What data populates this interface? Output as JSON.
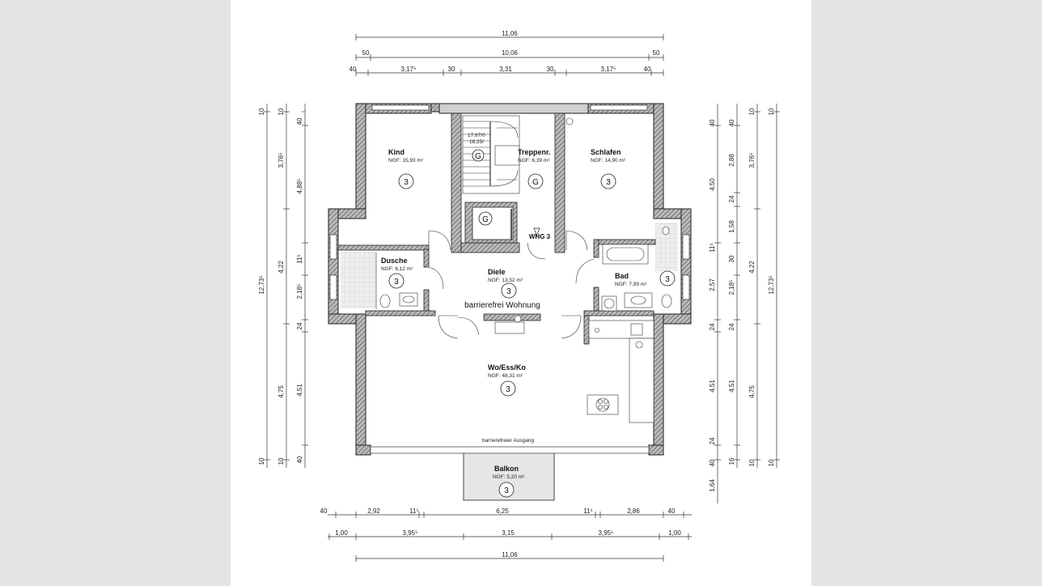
{
  "dimensions": {
    "top_row1": [
      "11,06"
    ],
    "top_row2": [
      "50",
      "10,06",
      "50"
    ],
    "top_row3": [
      "40",
      "3,17⁵",
      "30",
      "3,31",
      "30",
      "3,17⁵",
      "40"
    ],
    "bottom_row1": [
      "40",
      "2,92",
      "11⁵",
      "6,25",
      "11⁵",
      "2,86",
      "40"
    ],
    "bottom_row2": [
      "1,00",
      "3,95⁵",
      "3,15",
      "3,95⁵",
      "1,00"
    ],
    "bottom_row3": [
      "11,06"
    ],
    "left_outer": [
      "10",
      "12,73⁵",
      "10"
    ],
    "left_col2": [
      "10",
      "3,76⁵",
      "4,22",
      "4,75",
      "10"
    ],
    "left_col3": [
      "40",
      "4,88⁵",
      "11⁵",
      "2,18⁵",
      "24",
      "4,51",
      "40"
    ],
    "right_col1": [
      "40",
      "4,50",
      "11⁵",
      "2,57",
      "24",
      "4,51",
      "24",
      "40",
      "1,64"
    ],
    "right_col2": [
      "40",
      "2,88",
      "24",
      "1,58",
      "30",
      "2,18⁵",
      "24",
      "4,51",
      "16"
    ],
    "right_col3": [
      "10",
      "3,76⁵",
      "4,22",
      "4,75",
      "10"
    ],
    "right_outer": [
      "10",
      "12,73⁵",
      "10"
    ]
  },
  "rooms": {
    "kind": {
      "name": "Kind",
      "ngf": "NGF: 15,93 m²",
      "marker": "3"
    },
    "treppe": {
      "name": "Treppenr.",
      "ngf": "NGF: 6,39 m²",
      "marker": "G",
      "steps": "17,67/0",
      "steps2": "18,25/"
    },
    "schlafen": {
      "name": "Schlafen",
      "ngf": "NGF: 14,90 m²",
      "marker": "3"
    },
    "dusche": {
      "name": "Dusche",
      "ngf": "NGF: 6,12 m²",
      "marker": "3"
    },
    "diele": {
      "name": "Diele",
      "ngf": "NGF: 13,52 m²",
      "marker": "3"
    },
    "bad": {
      "name": "Bad",
      "ngf": "NGF: 7,99 m²",
      "marker": "3"
    },
    "wohnen": {
      "name": "Wo/Ess/Ko",
      "ngf": "NGF: 48,31 m²",
      "marker": "3"
    },
    "balkon": {
      "name": "Balkon",
      "ngf": "NGF: 5,20 m²",
      "marker": "3"
    }
  },
  "labels": {
    "unit": "WHG 3",
    "barrierefrei": "barrierefrei Wohnung",
    "ausgang": "barrierefreier Ausgang",
    "elevator": "G",
    "stair_marker": "G"
  }
}
